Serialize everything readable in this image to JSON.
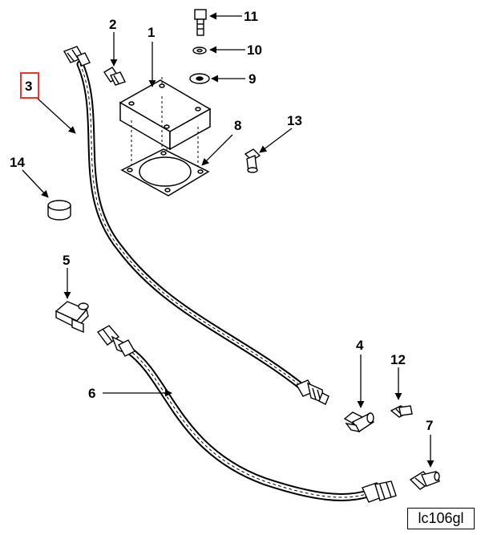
{
  "diagram": {
    "figure_id": "lc106gl",
    "highlighted_callout": "3",
    "highlight_color": "#e53935",
    "callouts": [
      "1",
      "2",
      "3",
      "4",
      "5",
      "6",
      "7",
      "8",
      "9",
      "10",
      "11",
      "12",
      "13",
      "14"
    ]
  }
}
